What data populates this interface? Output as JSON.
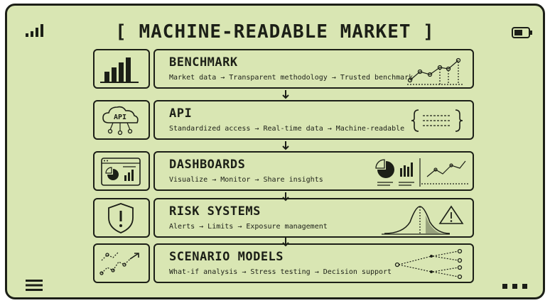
{
  "header": {
    "title": "[ MACHINE-READABLE MARKET ]",
    "signal_icon": "signal-bars-icon",
    "battery_icon": "battery-icon"
  },
  "rows": [
    {
      "title": "BENCHMARK",
      "subtitle": "Market data → Transparent methodology → Trusted benchmark",
      "icon": "bar-chart-icon",
      "deco": "line-chart-icon"
    },
    {
      "title": "API",
      "subtitle": "Standardized access → Real-time data → Machine-readable",
      "icon": "api-cloud-icon",
      "icon_label": "API",
      "deco": "code-braces-icon"
    },
    {
      "title": "DASHBOARDS",
      "subtitle": "Visualize → Monitor → Share insights",
      "icon": "dashboard-icon",
      "deco": "dashboard-charts-icon"
    },
    {
      "title": "RISK SYSTEMS",
      "subtitle": "Alerts → Limits → Exposure management",
      "icon": "shield-alert-icon",
      "deco": "bell-curve-warning-icon"
    },
    {
      "title": "SCENARIO MODELS",
      "subtitle": "What-if analysis → Stress testing → Decision support",
      "icon": "scenario-path-icon",
      "deco": "decision-tree-icon"
    }
  ],
  "footer": {
    "menu_icon": "hamburger-menu-icon",
    "more_icon": "more-dots-icon"
  },
  "colors": {
    "screen": "#d9e6b3",
    "ink": "#1c1f17"
  }
}
